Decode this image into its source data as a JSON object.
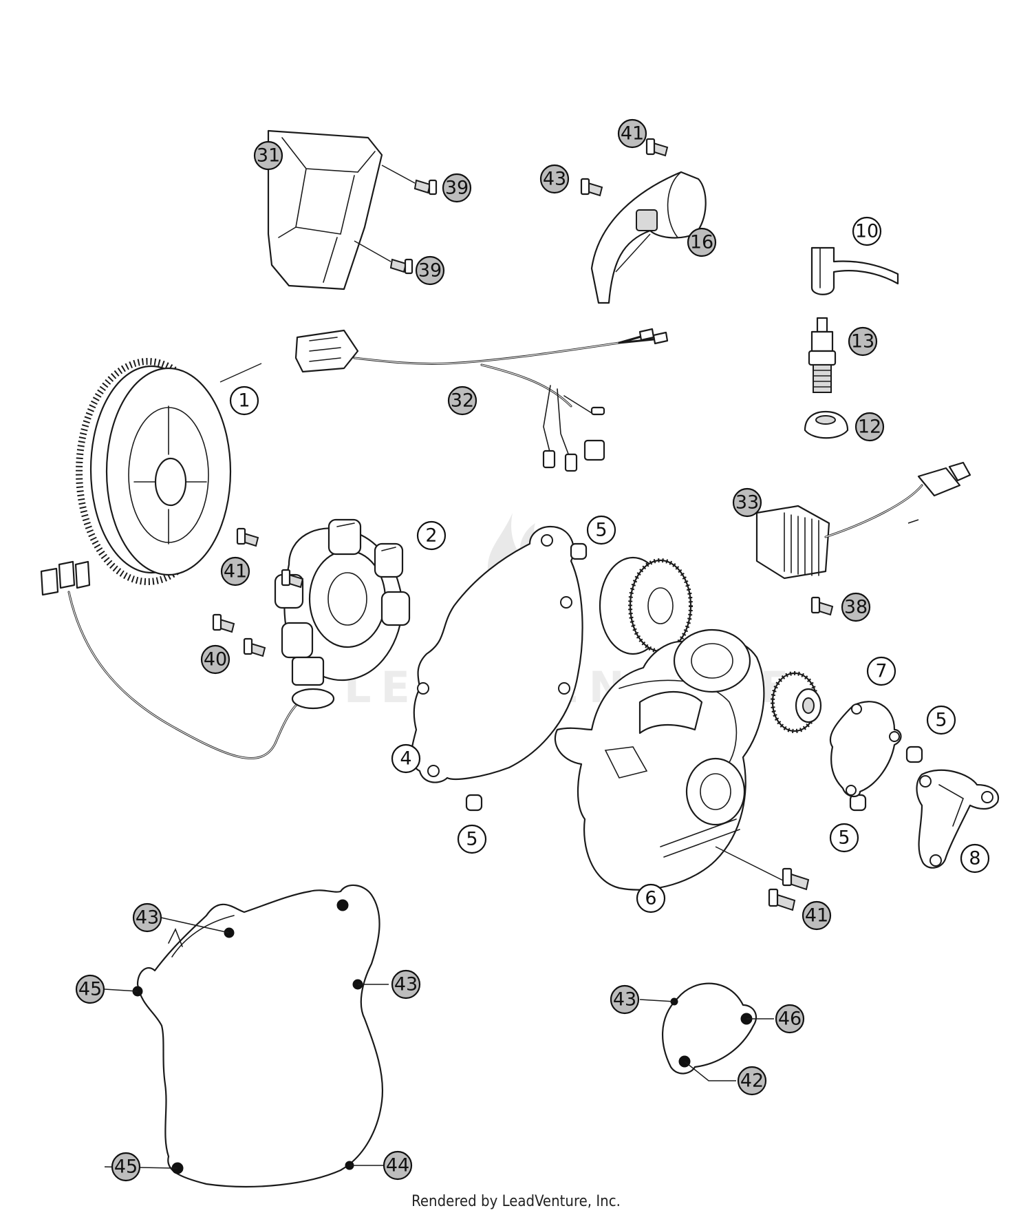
{
  "watermark": "LEADVENTURE",
  "footer": {
    "credit": "Rendered by LeadVenture, Inc."
  },
  "callouts": [
    {
      "id": "c31",
      "label": "31"
    },
    {
      "id": "c39a",
      "label": "39"
    },
    {
      "id": "c39b",
      "label": "39"
    },
    {
      "id": "c41a",
      "label": "41"
    },
    {
      "id": "c43a",
      "label": "43"
    },
    {
      "id": "c16",
      "label": "16"
    },
    {
      "id": "c10",
      "label": "10"
    },
    {
      "id": "c13",
      "label": "13"
    },
    {
      "id": "c12",
      "label": "12"
    },
    {
      "id": "c32",
      "label": "32"
    },
    {
      "id": "c1",
      "label": "1"
    },
    {
      "id": "c2",
      "label": "2"
    },
    {
      "id": "c41b",
      "label": "41"
    },
    {
      "id": "c40",
      "label": "40"
    },
    {
      "id": "c5a",
      "label": "5"
    },
    {
      "id": "c33",
      "label": "33"
    },
    {
      "id": "c38",
      "label": "38"
    },
    {
      "id": "c7",
      "label": "7"
    },
    {
      "id": "c5b",
      "label": "5"
    },
    {
      "id": "c4",
      "label": "4"
    },
    {
      "id": "c5c",
      "label": "5"
    },
    {
      "id": "c5d",
      "label": "5"
    },
    {
      "id": "c8",
      "label": "8"
    },
    {
      "id": "c6",
      "label": "6"
    },
    {
      "id": "c41c",
      "label": "41"
    },
    {
      "id": "c43b",
      "label": "43"
    },
    {
      "id": "c45a",
      "label": "45"
    },
    {
      "id": "c43c",
      "label": "43"
    },
    {
      "id": "c45b",
      "label": "45"
    },
    {
      "id": "c44",
      "label": "44"
    },
    {
      "id": "c43d",
      "label": "43"
    },
    {
      "id": "c46",
      "label": "46"
    },
    {
      "id": "c42",
      "label": "42"
    }
  ]
}
